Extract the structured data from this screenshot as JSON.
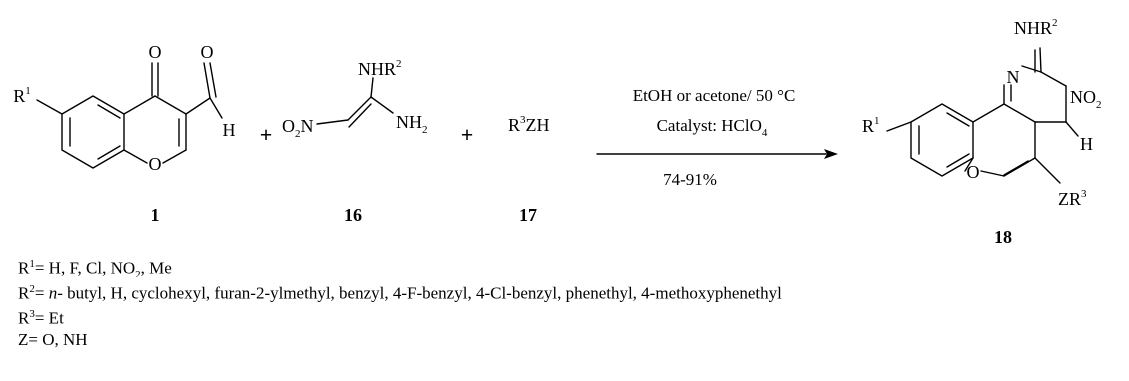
{
  "colors": {
    "ink": "#000000",
    "background": "#ffffff"
  },
  "compounds": {
    "c1": {
      "number": "1",
      "atoms": {
        "r": "R",
        "r_sup": "1",
        "o_ketone": "O",
        "o_ald": "O",
        "h_ald": "H",
        "o_ring": "O"
      }
    },
    "c16": {
      "number": "16",
      "atoms": {
        "nhr": "NHR",
        "nhr_sup": "2",
        "o2n_o": "O",
        "o2n_sub": "2",
        "o2n_n": "N",
        "nh2_nh": "NH",
        "nh2_sub": "2"
      }
    },
    "c17": {
      "number": "17",
      "formula": {
        "r": "R",
        "r_sup": "3",
        "rest": "ZH"
      }
    },
    "c18": {
      "number": "18",
      "atoms": {
        "nhr": "NHR",
        "nhr_sup": "2",
        "no2_no": "NO",
        "no2_sub": "2",
        "n_ring": "N",
        "r": "R",
        "r_sup": "1",
        "h": "H",
        "o_ring": "O",
        "zr": "ZR",
        "zr_sup": "3"
      }
    }
  },
  "plus_signs": [
    "+",
    "+"
  ],
  "conditions": {
    "line1": "EtOH or acetone/ 50 °C",
    "line2_main": "Catalyst: HClO",
    "line2_sub": "4",
    "yield": "74-91%"
  },
  "definitions": {
    "r1": {
      "lbl": "R",
      "sup": "1",
      "text1": "= H, F, Cl, NO",
      "sub": "2",
      "text2": ", Me"
    },
    "r2": {
      "lbl": "R",
      "sup": "2",
      "eq": "= ",
      "italic": "n-",
      "text": " butyl, H, cyclohexyl, furan-2-ylmethyl, benzyl, 4-F-benzyl, 4-Cl-benzyl, phenethyl, 4-methoxyphenethyl"
    },
    "r3": {
      "lbl": "R",
      "sup": "3",
      "text": "= Et"
    },
    "z": {
      "text": "Z= O, NH"
    }
  }
}
